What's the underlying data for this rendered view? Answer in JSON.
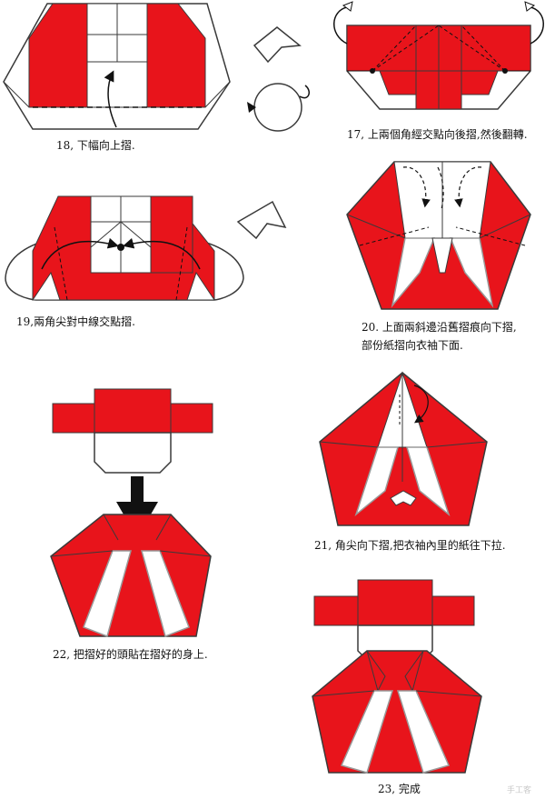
{
  "colors": {
    "red": "#e8141b",
    "white": "#ffffff",
    "line": "#3a3a3a",
    "dark": "#111111"
  },
  "steps": {
    "s17": {
      "caption": "17, 上兩個角經交點向後摺,然後翻轉."
    },
    "s18": {
      "caption": "18, 下幅向上摺."
    },
    "s19": {
      "caption": "19,兩角尖對中線交點摺."
    },
    "s20": {
      "line1": "20. 上面兩斜邊沿舊摺痕向下摺,",
      "line2": "部份紙摺向衣袖下面."
    },
    "s21": {
      "caption": "21, 角尖向下摺,把衣袖內里的紙往下拉."
    },
    "s22": {
      "caption": "22, 把摺好的頭貼在摺好的身上."
    },
    "s23": {
      "caption": "23, 完成"
    }
  },
  "icons": [
    "valley-fold-symbol-icon",
    "turn-over-icon",
    "valley-fold-symbol-icon",
    "push-down-arrow-icon"
  ],
  "watermark": "手工客"
}
